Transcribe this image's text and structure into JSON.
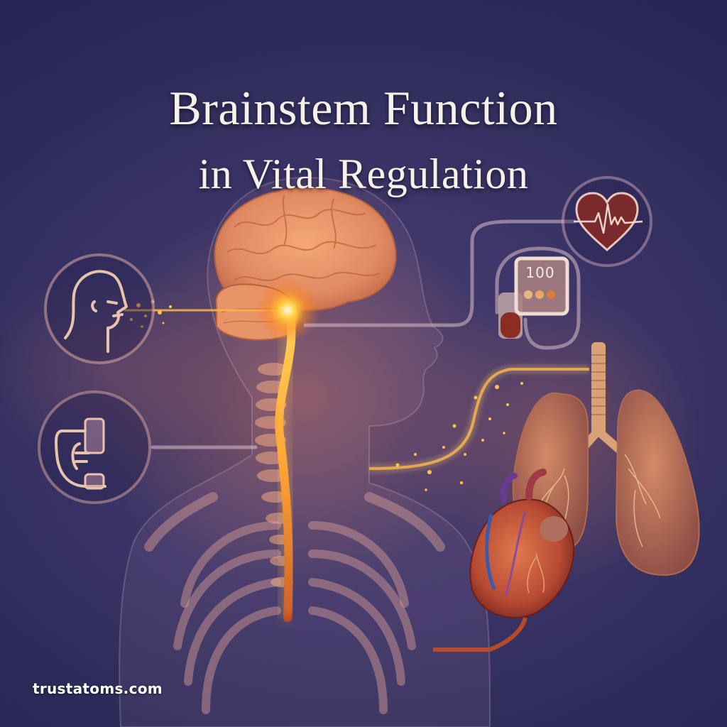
{
  "poster": {
    "title_line1": "Brainstem Function",
    "title_line2": "in Vital Regulation",
    "brand": "trustatoms.com"
  },
  "icons": {
    "breathing": {
      "label": "breathing-head-icon"
    },
    "swallowing": {
      "label": "hand-reflex-icon"
    },
    "heart_rate": {
      "label": "heart-ecg-icon"
    },
    "blood_pressure": {
      "label": "blood-pressure-monitor-icon",
      "readout": "100"
    }
  },
  "colors": {
    "background": "#2c2a58",
    "title": "#f7f1ea",
    "glow": "#ffb030",
    "organ": "#c9694a",
    "icon_stroke": "#e6c0a8",
    "heart_fill": "#7a2a2a"
  }
}
